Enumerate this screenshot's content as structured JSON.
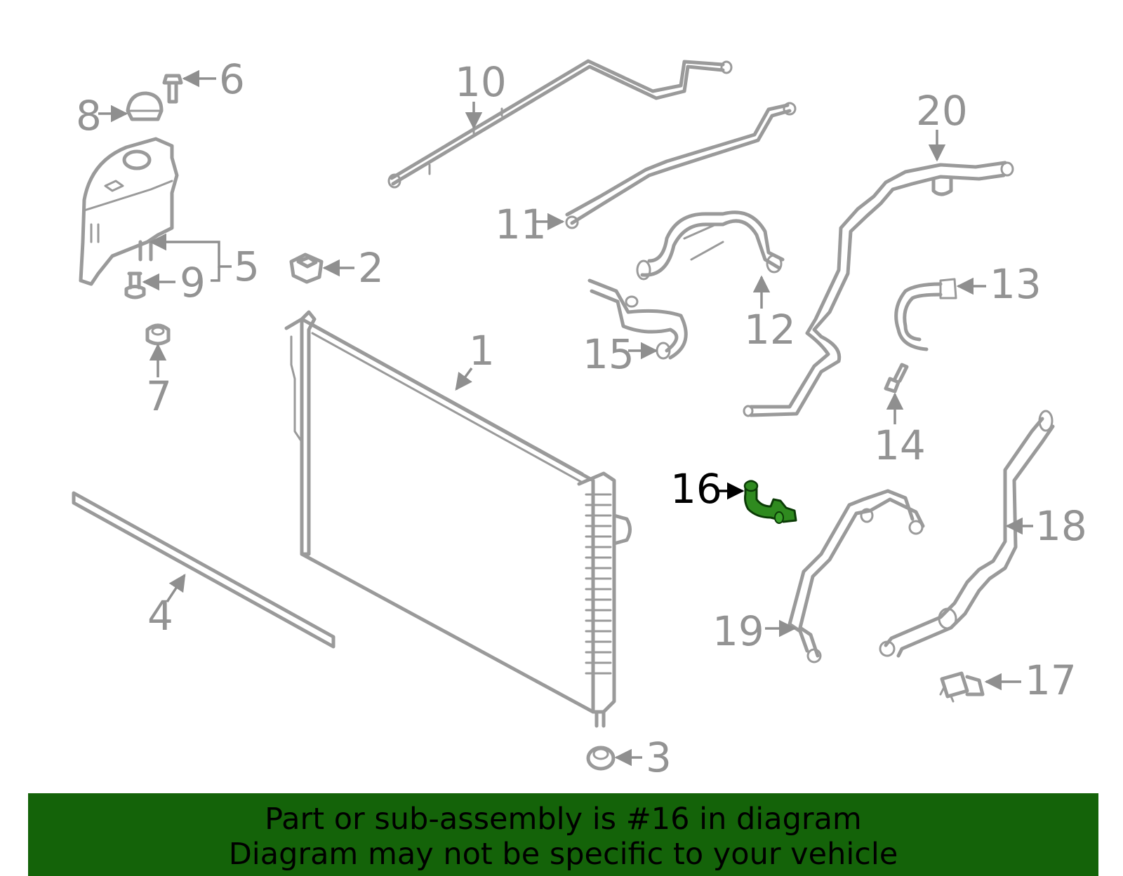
{
  "diagram": {
    "callouts": [
      "1",
      "2",
      "3",
      "4",
      "5",
      "6",
      "7",
      "8",
      "9",
      "10",
      "11",
      "12",
      "13",
      "14",
      "15",
      "16",
      "17",
      "18",
      "19",
      "20"
    ],
    "highlighted_callout": "16",
    "highlight_color": "#2f8a1f"
  },
  "banner": {
    "line1": "Part or sub-assembly is #16 in diagram",
    "line2": "Diagram may not be specific to your vehicle",
    "background": "#146309"
  }
}
